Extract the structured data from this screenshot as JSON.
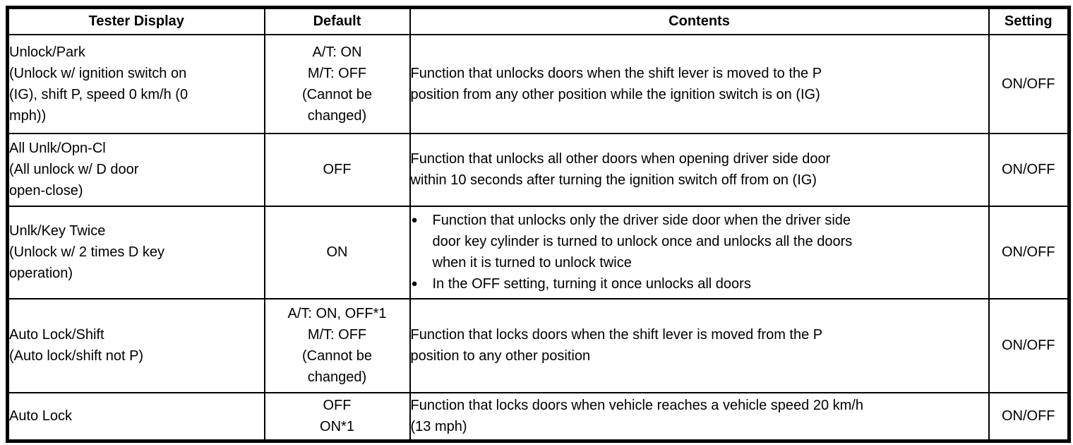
{
  "table": {
    "headers": [
      "Tester Display",
      "Default",
      "Contents",
      "Setting"
    ],
    "rows": [
      {
        "tester_display": [
          "Unlock/Park",
          "(Unlock w/ ignition switch on",
          "(IG), shift P, speed 0 km/h (0",
          "mph))"
        ],
        "default": [
          "A/T: ON",
          "M/T: OFF",
          "(Cannot be",
          "changed)"
        ],
        "contents": [
          {
            "bullet": false,
            "lines": [
              "Function that unlocks doors when the shift lever is moved to the P",
              "position from any other position while the ignition switch is on (IG)"
            ]
          }
        ],
        "setting": "ON/OFF"
      },
      {
        "tester_display": [
          "All Unlk/Opn-Cl",
          "(All unlock w/ D door",
          "open-close)"
        ],
        "default": [
          "OFF"
        ],
        "contents": [
          {
            "bullet": false,
            "lines": [
              "Function that unlocks all other doors when opening driver side door",
              "within 10 seconds after turning the ignition switch off from on (IG)"
            ]
          }
        ],
        "setting": "ON/OFF"
      },
      {
        "tester_display": [
          "Unlk/Key Twice",
          "(Unlock w/ 2 times D key",
          "operation)"
        ],
        "default": [
          "ON"
        ],
        "contents": [
          {
            "bullet": true,
            "lines": [
              "Function that unlocks only the driver side door when the driver side",
              "door key cylinder is turned to unlock once and unlocks all the doors",
              "when it is turned to unlock twice"
            ]
          },
          {
            "bullet": true,
            "lines": [
              "In the OFF setting, turning it once unlocks all doors"
            ]
          }
        ],
        "setting": "ON/OFF"
      },
      {
        "tester_display": [
          "Auto Lock/Shift",
          "(Auto lock/shift not P)"
        ],
        "default": [
          "A/T: ON, OFF*1",
          "M/T: OFF",
          "(Cannot be",
          "changed)"
        ],
        "contents": [
          {
            "bullet": false,
            "lines": [
              "Function that locks doors when the shift lever is moved from the P",
              "position to any other position"
            ]
          }
        ],
        "setting": "ON/OFF"
      },
      {
        "tester_display": [
          "Auto Lock"
        ],
        "default": [
          "OFF",
          "ON*1"
        ],
        "contents": [
          {
            "bullet": false,
            "lines": [
              "Function that locks doors when vehicle reaches a vehicle speed 20 km/h",
              "(13 mph)"
            ]
          }
        ],
        "setting": "ON/OFF"
      }
    ]
  }
}
